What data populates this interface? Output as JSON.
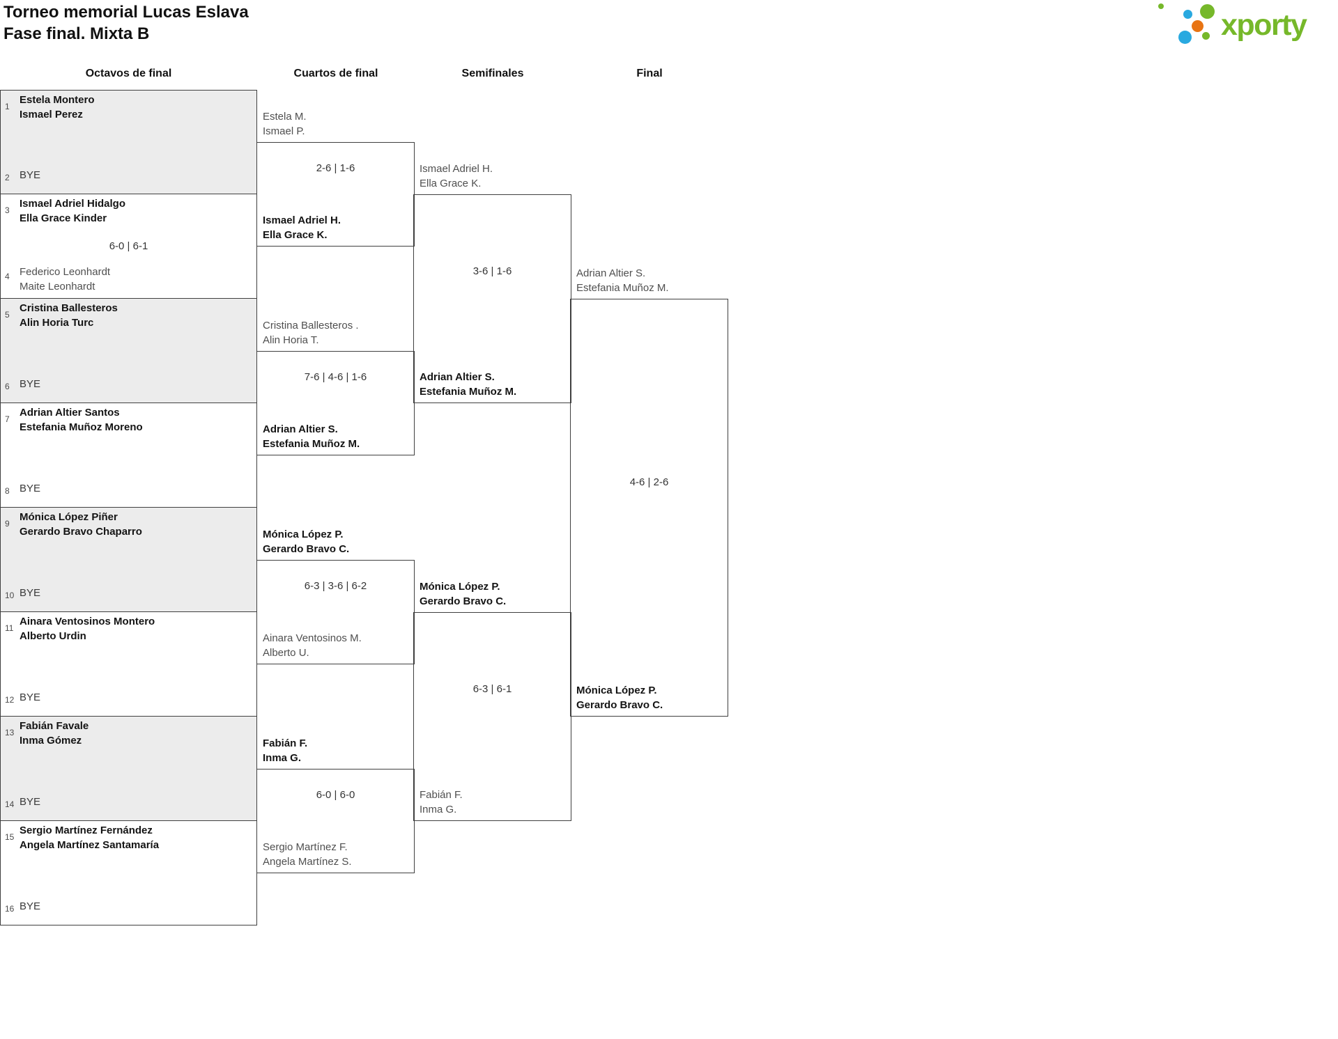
{
  "title": {
    "line1": "Torneo memorial Lucas Eslava",
    "line2": "Fase final. Mixta B"
  },
  "logo": {
    "wordmark": "xporty",
    "colors": {
      "green": "#76b82a",
      "blue": "#29a9e0",
      "orange": "#e87413"
    }
  },
  "round_headers": [
    "Octavos de final",
    "Cuartos de final",
    "Semifinales",
    "Final"
  ],
  "octavos": {
    "blocks": [
      {
        "seed_top": "1",
        "top": [
          "Estela Montero",
          "Ismael Perez"
        ],
        "top_winner": true,
        "seed_bottom": "2",
        "bottom_bye": "BYE"
      },
      {
        "seed_top": "3",
        "top": [
          "Ismael Adriel Hidalgo",
          "Ella Grace Kinder"
        ],
        "top_winner": true,
        "score": "6-0 | 6-1",
        "seed_bottom": "4",
        "bottom": [
          "Federico Leonhardt",
          "Maite Leonhardt"
        ],
        "bottom_winner": false
      },
      {
        "seed_top": "5",
        "top": [
          "Cristina Ballesteros",
          "Alin Horia Turc"
        ],
        "top_winner": true,
        "seed_bottom": "6",
        "bottom_bye": "BYE"
      },
      {
        "seed_top": "7",
        "top": [
          "Adrian Altier Santos",
          "Estefania Muñoz Moreno"
        ],
        "top_winner": true,
        "seed_bottom": "8",
        "bottom_bye": "BYE"
      },
      {
        "seed_top": "9",
        "top": [
          "Mónica López Piñer",
          "Gerardo Bravo Chaparro"
        ],
        "top_winner": true,
        "seed_bottom": "10",
        "bottom_bye": "BYE"
      },
      {
        "seed_top": "11",
        "top": [
          "Ainara Ventosinos Montero",
          "Alberto Urdin"
        ],
        "top_winner": true,
        "seed_bottom": "12",
        "bottom_bye": "BYE"
      },
      {
        "seed_top": "13",
        "top": [
          "Fabián Favale",
          "Inma Gómez"
        ],
        "top_winner": true,
        "seed_bottom": "14",
        "bottom_bye": "BYE"
      },
      {
        "seed_top": "15",
        "top": [
          "Sergio Martínez Fernández",
          "Angela Martínez Santamaría"
        ],
        "top_winner": true,
        "seed_bottom": "16",
        "bottom_bye": "BYE"
      }
    ]
  },
  "cuartos": {
    "matches": [
      {
        "team_top": [
          "Estela M.",
          "Ismael P."
        ],
        "score": "2-6 | 1-6",
        "team_bottom": [
          "Ismael Adriel H.",
          "Ella Grace K."
        ],
        "winner": "bottom"
      },
      {
        "team_top": [
          "Cristina Ballesteros .",
          "Alin Horia T."
        ],
        "score": "7-6 | 4-6 | 1-6",
        "team_bottom": [
          "Adrian Altier S.",
          "Estefania Muñoz M."
        ],
        "winner": "bottom"
      },
      {
        "team_top": [
          "Mónica López P.",
          "Gerardo Bravo C."
        ],
        "score": "6-3 | 3-6 | 6-2",
        "team_bottom": [
          "Ainara Ventosinos M.",
          "Alberto U."
        ],
        "winner": "top"
      },
      {
        "team_top": [
          "Fabián F.",
          "Inma G."
        ],
        "score": "6-0 | 6-0",
        "team_bottom": [
          "Sergio Martínez F.",
          "Angela Martínez S."
        ],
        "winner": "top"
      }
    ]
  },
  "semifinales": {
    "matches": [
      {
        "team_top": [
          "Ismael Adriel H.",
          "Ella Grace K."
        ],
        "score": "3-6 | 1-6",
        "team_bottom": [
          "Adrian Altier S.",
          "Estefania Muñoz M."
        ],
        "winner": "bottom"
      },
      {
        "team_top": [
          "Mónica López P.",
          "Gerardo Bravo C."
        ],
        "score": "6-3 | 6-1",
        "team_bottom": [
          "Fabián F.",
          "Inma G."
        ],
        "winner": "top"
      }
    ]
  },
  "final_round": {
    "match": {
      "team_top": [
        "Adrian Altier S.",
        "Estefania Muñoz M."
      ],
      "score": "4-6 | 2-6",
      "team_bottom": [
        "Mónica López P.",
        "Gerardo Bravo C."
      ],
      "winner": "bottom"
    }
  }
}
